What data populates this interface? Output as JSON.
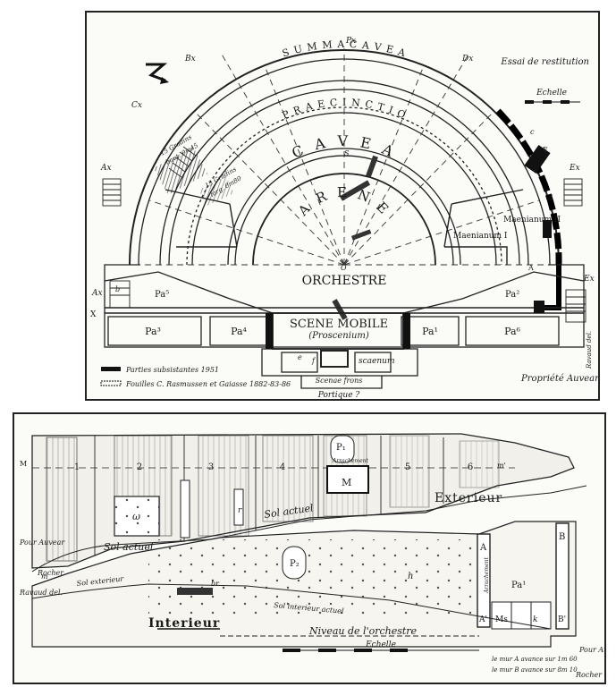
{
  "plan": {
    "title": "Essai de restitution",
    "scale_label": "Echelle",
    "ring_outer": "S U M M A   C A V E A",
    "ring_praecinctio": "P R A E C I N C T I O",
    "ring_cavea": "C A V E A",
    "arena": "A R E N E",
    "orchestre": "ORCHESTRE",
    "scene": "SCENE MOBILE",
    "proscenium": "(Proscenium)",
    "scaenum": "scaenum",
    "maenianum_1": "Maenianum I",
    "maenianum_2": "Maenianum II",
    "portique": "Portique ?",
    "scenae_frons": "Scenae   frons",
    "propriete": "Propriété Auvear",
    "note_left_1": "15 Gradins",
    "note_left_2": "haut. 0m45",
    "note_right_1": "15 Gradins",
    "note_right_2": "larg. 0m80",
    "legend_1": "Parties subsistantes 1951",
    "legend_2": "Fouilles C. Rasmussen et Gaiasse 1882-83-86",
    "rue_label": "Ravaud del.",
    "labels": {
      "pa1": "Pa¹",
      "pa2": "Pa²",
      "pa3": "Pa³",
      "pa4": "Pa⁴",
      "pa5": "Pa⁵",
      "pa6": "Pa⁶",
      "bx": "Bx",
      "px": "Px",
      "dx": "Dx",
      "cx": "Cx",
      "ax": "Ax",
      "ex": "Ex",
      "ax2": "Ax",
      "ex2": "Ex",
      "s": "S",
      "b": "b",
      "x": "X",
      "o": "O",
      "a_pt": "A",
      "c_pt": "c",
      "e_pt": "E",
      "d_pt": "d",
      "e_small": "e",
      "f_small": "f"
    }
  },
  "section": {
    "exterieur": "Exterieur",
    "interieur": "Interieur",
    "sol_actuel_top": "Sol actuel",
    "sol_actuel_left": "Sol actuel",
    "sol_exterieur": "Sol exterieur",
    "sol_interieur": "Sol interieur actuel",
    "niveau": "Niveau de l'orchestre",
    "echelle": "Echelle",
    "rocher": "Rocher",
    "rocher2": "Rocher",
    "pour_auvear": "Pour Auvear",
    "pour_auvear2": "Pour Auvear",
    "ravaud": "Ravaud del.",
    "note_a": "le mur A avance sur 1m 60",
    "note_b": "le mur B avance sur 8m 10",
    "arrachement": "Arrachement",
    "bays": [
      "1",
      "2",
      "3",
      "4",
      "5",
      "6"
    ],
    "labels": {
      "p1": "P₁",
      "p2": "P₂",
      "m": "M",
      "m2": "M",
      "mx": "m",
      "ms": "Ms",
      "pa_right": "Pa¹",
      "a_upper": "A",
      "a_lower": "A'",
      "b_upper": "B",
      "b_lower": "B'",
      "h": "h",
      "r": "r",
      "k": "k",
      "omega": "ω",
      "br": "br",
      "m_prime": "m'"
    }
  }
}
